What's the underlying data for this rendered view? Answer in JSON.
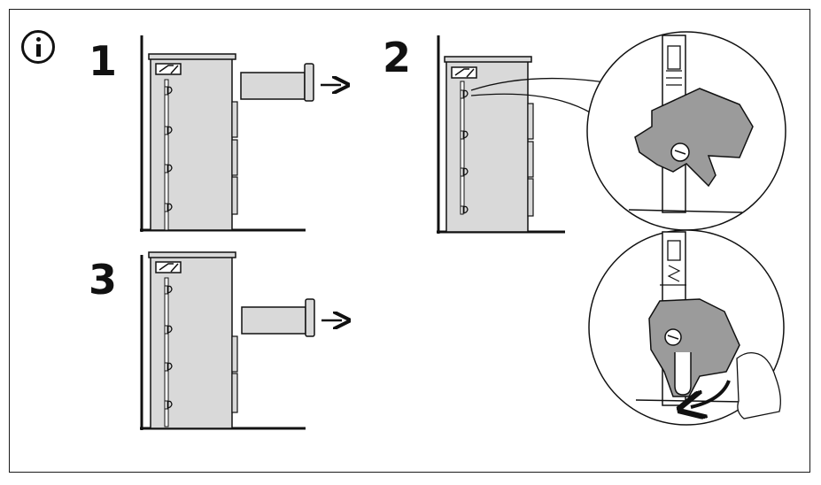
{
  "steps": {
    "one": "1",
    "two": "2",
    "three": "3"
  },
  "icons": {
    "info": "info-icon"
  },
  "colors": {
    "cabinet_fill": "#d9d9d9",
    "line": "#111111",
    "bracket_fill": "#9b9b9b"
  }
}
